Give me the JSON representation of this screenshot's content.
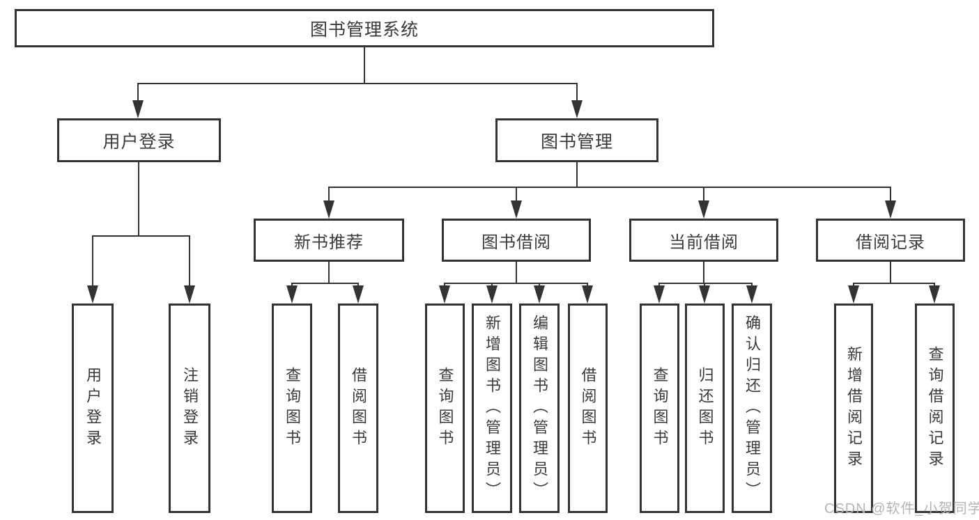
{
  "diagram": {
    "type": "functional-structure-diagram",
    "root": "图书管理系统",
    "branches": [
      {
        "label": "用户登录",
        "children": [
          {
            "label": "用户登录"
          },
          {
            "label": "注销登录"
          }
        ]
      },
      {
        "label": "图书管理",
        "children": [
          {
            "label": "新书推荐",
            "children": [
              {
                "label": "查询图书"
              },
              {
                "label": "借阅图书"
              }
            ]
          },
          {
            "label": "图书借阅",
            "children": [
              {
                "label": "查询图书"
              },
              {
                "label": "新增图书（管理员）"
              },
              {
                "label": "编辑图书（管理员）"
              },
              {
                "label": "借阅图书"
              }
            ]
          },
          {
            "label": "当前借阅",
            "children": [
              {
                "label": "查询图书"
              },
              {
                "label": "归还图书"
              },
              {
                "label": "确认归还（管理员）"
              }
            ]
          },
          {
            "label": "借阅记录",
            "children": [
              {
                "label": "新增借阅记录"
              },
              {
                "label": "查询借阅记录"
              }
            ]
          }
        ]
      }
    ],
    "watermark": "CSDN @软件_小贺同学",
    "colors": {
      "line": "#333333",
      "text": "#3a3a3a",
      "box_background": "#ffffff",
      "watermark": "#b4b4b4"
    }
  }
}
